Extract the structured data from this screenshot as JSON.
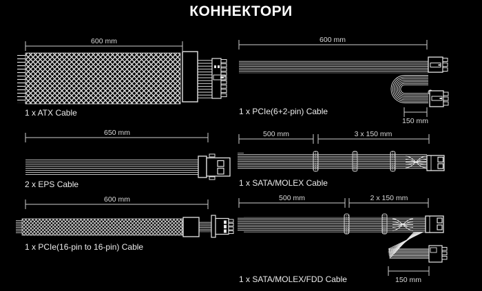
{
  "title": "КОННЕКТОРИ",
  "colors": {
    "background": "#000000",
    "line": "#e6e6e6",
    "text": "#ededed"
  },
  "figures": {
    "atx": {
      "label": "1 x ATX Cable",
      "measure": "600 mm"
    },
    "pcie62": {
      "label": "1 x PCIe(6+2-pin) Cable",
      "measure": "600 mm",
      "measure2": "150 mm"
    },
    "eps": {
      "label": "2 x EPS Cable",
      "measure": "650 mm"
    },
    "sata_molex": {
      "label": "1 x SATA/MOLEX Cable",
      "measure": "500 mm",
      "measure2": "3 x 150 mm"
    },
    "pcie16": {
      "label": "1 x PCIe(16-pin to 16-pin) Cable",
      "measure": "600 mm"
    },
    "sata_molex_fdd": {
      "label": "1 x SATA/MOLEX/FDD Cable",
      "measure": "500 mm",
      "measure2": "2 x 150 mm",
      "measure3": "150 mm"
    }
  }
}
